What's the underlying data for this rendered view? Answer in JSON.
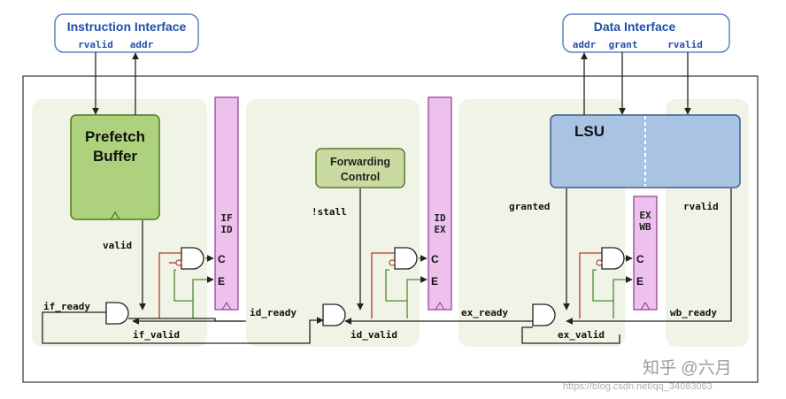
{
  "instruction_interface": {
    "title": "Instruction Interface",
    "signals": [
      "rvalid",
      "addr"
    ]
  },
  "data_interface": {
    "title": "Data Interface",
    "signals": [
      "addr",
      "grant",
      "rvalid"
    ]
  },
  "prefetch_buffer": {
    "line1": "Prefetch",
    "line2": "Buffer"
  },
  "forwarding_control": {
    "line1": "Forwarding",
    "line2": "Control"
  },
  "lsu": {
    "label": "LSU"
  },
  "pipeline_registers": [
    {
      "line1": "IF",
      "line2": "ID"
    },
    {
      "line1": "ID",
      "line2": "EX"
    },
    {
      "line1": "EX",
      "line2": "WB"
    }
  ],
  "register_ports": {
    "clock": "C",
    "enable": "E"
  },
  "signals": {
    "valid": "valid",
    "if_ready": "if_ready",
    "if_valid": "if_valid",
    "stall": "!stall",
    "id_ready": "id_ready",
    "id_valid": "id_valid",
    "granted": "granted",
    "ex_ready": "ex_ready",
    "ex_valid": "ex_valid",
    "rvalid": "rvalid",
    "wb_ready": "wb_ready"
  },
  "watermark": {
    "text": "知乎 @六月",
    "url": "https://blog.csdn.net/qq_34083063"
  },
  "colors": {
    "interface_border": "#5b83c4",
    "interface_title": "#1f4fa8",
    "signal_text": "#2a4ea8",
    "stage_fill": "#eff4e6",
    "prefetch_fill": "#aed17e",
    "prefetch_border": "#4b7a1e",
    "forwarding_fill": "#c9dba0",
    "forwarding_border": "#5d7a2e",
    "lsu_fill": "#a9c3e3",
    "lsu_border": "#3f5d88",
    "register_fill": "#eec0ee",
    "register_border": "#8a3d8a",
    "red_wire": "#b03a2a",
    "green_wire": "#4e8a2e",
    "wire": "#222222"
  }
}
